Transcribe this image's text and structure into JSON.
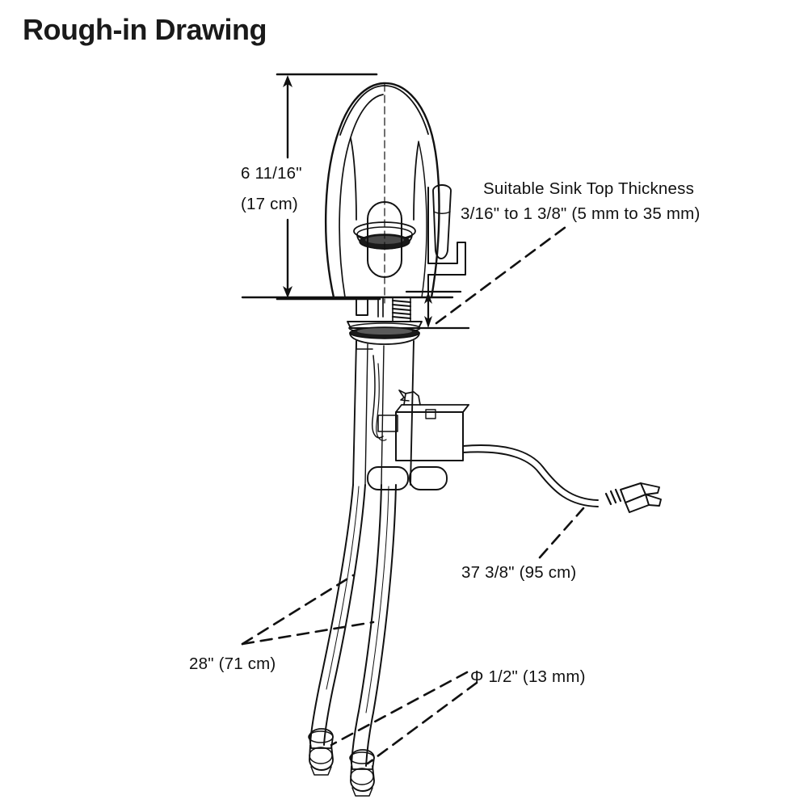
{
  "title": "Rough-in Drawing",
  "drawing": {
    "subject": "sensor-faucet-rough-in",
    "line_color": "#111111",
    "background_color": "#ffffff"
  },
  "annotations": {
    "height": {
      "imperial": "6 11/16\"",
      "metric": "(17 cm)"
    },
    "sink_top": {
      "caption": "Suitable Sink Top Thickness",
      "range": "3/16\" to 1 3/8\" (5 mm to 35 mm)"
    },
    "cable_length": "37 3/8\" (95 cm)",
    "hose_length": "28\" (71 cm)",
    "hose_diameter": "Φ 1/2\" (13 mm)"
  },
  "parts": {
    "spout_body": "faucet-body",
    "aerator": "spout-outlet-aerator",
    "sensor_window": "infrared-sensor-window",
    "mixing_lever": "temperature-mixing-lever",
    "shank": "mounting-shank",
    "mounting_nut": "mounting-nut",
    "threaded_rod": "threaded-mounting-rod",
    "control_box": "solenoid-control-box",
    "power_plug": "ac-power-plug",
    "hoses": "supply-hoses",
    "hose_fittings": "hose-end-fittings",
    "bracket": "mounting-bracket"
  }
}
